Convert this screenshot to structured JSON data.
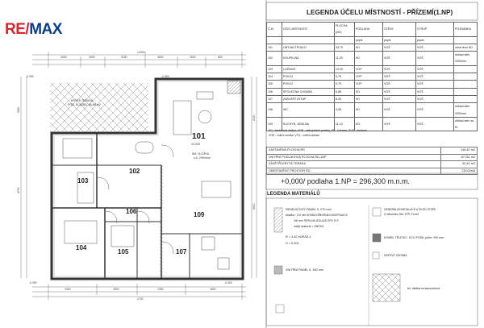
{
  "brand": {
    "logo_text": "RE/MAX",
    "red": "#d7262f",
    "blue": "#0c3c88"
  },
  "legend": {
    "title": "LEGENDA ÚČELU MÍSTNOSTÍ - PŘÍZEMÍ(1.NP)",
    "columns": [
      "Č.M.",
      "ÚČEL MÍSTNOSTI",
      "PLOCHA (m2)",
      "PODLAHA",
      "STĚNY",
      "STROP",
      "POZNÁMKA"
    ],
    "subcolumns": [
      "popis",
      "popis",
      "popis"
    ],
    "rows": [
      {
        "no": "101",
        "name": "OBÝVACÍ POKOJ",
        "area": "33,70",
        "floor": "KD",
        "walls": "VOŠ",
        "ceiling": "VOŠ",
        "note": "okna tenu KD"
      },
      {
        "no": "102",
        "name": "KOUPELNA",
        "area": "11,25",
        "floor": "KD",
        "walls": "VOŠ",
        "ceiling": "VOŠ",
        "note": "obklad stěn 2000mm"
      },
      {
        "no": "103",
        "name": "LOŽNICE",
        "area": "14,40",
        "floor": "VOP",
        "walls": "VOŠ",
        "ceiling": "VOŠ",
        "note": ""
      },
      {
        "no": "104",
        "name": "POKOJ",
        "area": "9,75",
        "floor": "VOP",
        "walls": "VOŠ",
        "ceiling": "VOŠ",
        "note": ""
      },
      {
        "no": "105",
        "name": "POKOJ",
        "area": "9,75",
        "floor": "VOP",
        "walls": "VOŠ",
        "ceiling": "VOŠ",
        "note": ""
      },
      {
        "no": "106",
        "name": "SPOLEČNÁ CHODBA",
        "area": "6,88",
        "floor": "KD",
        "walls": "VOŠ",
        "ceiling": "VOŠ",
        "note": ""
      },
      {
        "no": "107",
        "name": "ZÁDVEŘÍ VSTUP",
        "area": "6,40",
        "floor": "KD",
        "walls": "VOŠ",
        "ceiling": "VOŠ",
        "note": ""
      },
      {
        "no": "108",
        "name": "WC",
        "area": "4,58",
        "floor": "KD",
        "walls": "VOŠ",
        "ceiling": "VOŠ",
        "note": "obklad stěn 2000mm"
      },
      {
        "no": "109",
        "name": "KUCHYŇ, JÍDELNA",
        "area": "11,13",
        "floor": "KD",
        "walls": "VOŠ",
        "ceiling": "VOŠ",
        "note": "obklad stěn za KL"
      }
    ],
    "footnote_1": "KD - keramická dlažba, VOP - velkoplošné parkety, KE - koberec, PVC - linoleum",
    "footnote_2": "VOŠ - vnitřní omítka, VTO - vnitřní obklad"
  },
  "summary": {
    "rows": [
      {
        "label": "ZASTAVĚNÁ PLOCHA RD",
        "value": "146,40 m2"
      },
      {
        "label": "VNITŘNÍ PODLAHOVÁ PLOCHA RD-1NP",
        "value": "107,81 m2"
      },
      {
        "label": "ZÁVĚTŘÍ,KRYTÁ TERASA",
        "value": "32,40 m2"
      },
      {
        "label": "OBESTAVĚNÝ PROSTOR RD",
        "value": "733,00m3"
      }
    ],
    "elevation": "+0,000/ podlaha 1.NP = 296,300 m.n.m."
  },
  "materials": {
    "title": "LEGENDA MATERIÁLŮ",
    "sendvic_title": "SENDVIČOVÝ PANEL tl. 270 mm",
    "sendvic_lines": [
      "skladba : 170 mm NOSNÁ DŘEVĚNÁ KONSTRUKCE",
      "100 mm TEPELNÁ IZOLACE EPS 70 F",
      "vnější deska ať = OMÍTKA"
    ],
    "r_value": "R = 4,42 m2K/W-1",
    "u_value": "U = 0,201",
    "vnitrni": "VNITŘNÍ PANEL tl. 160 mm",
    "komin": "KOMÍN, TĚLESO - ECO FOSIL prům. 200 mm",
    "gen": "GENERÁLNÍ INSTALACE A ČKOD STOŘI",
    "gen_sub": "tl. stěnového SM, STŘ, PLAST",
    "odpad": "ODPOVČ CHODBA",
    "dlazba": "tel. dlažba mrazuvzdorná"
  },
  "plan": {
    "labels": {
      "room_101": "101",
      "room_102": "102",
      "room_103": "103",
      "room_104": "104",
      "room_105": "105",
      "room_106": "106",
      "room_107": "107",
      "room_109": "109",
      "level_101": "±0,000",
      "bath": "6M, VLOŽKA",
      "bath_sub": "s.h. 2900mm",
      "terrace": "KRYTÁ TERASA",
      "terrace_sub": "POD. DLAŽBA, 36,88 m2",
      "dim_total": "14000",
      "dim_a": "3400",
      "dim_b": "1500",
      "dim_c": "3150",
      "dim_d": "4500",
      "dim_e": "1500",
      "dim_f": "800",
      "dim_g": "1300",
      "dim_h": "2500",
      "dim_i": "1350",
      "dim_j": "1800",
      "dim_k": "2700",
      "elev_a": "-0,350",
      "elev_b": "-0,350",
      "elev_c": "-0,050",
      "elev_d": "-0,050",
      "side_1": "5660",
      "side_2": "4750",
      "side_3": "2160",
      "side_4": "6900"
    }
  }
}
